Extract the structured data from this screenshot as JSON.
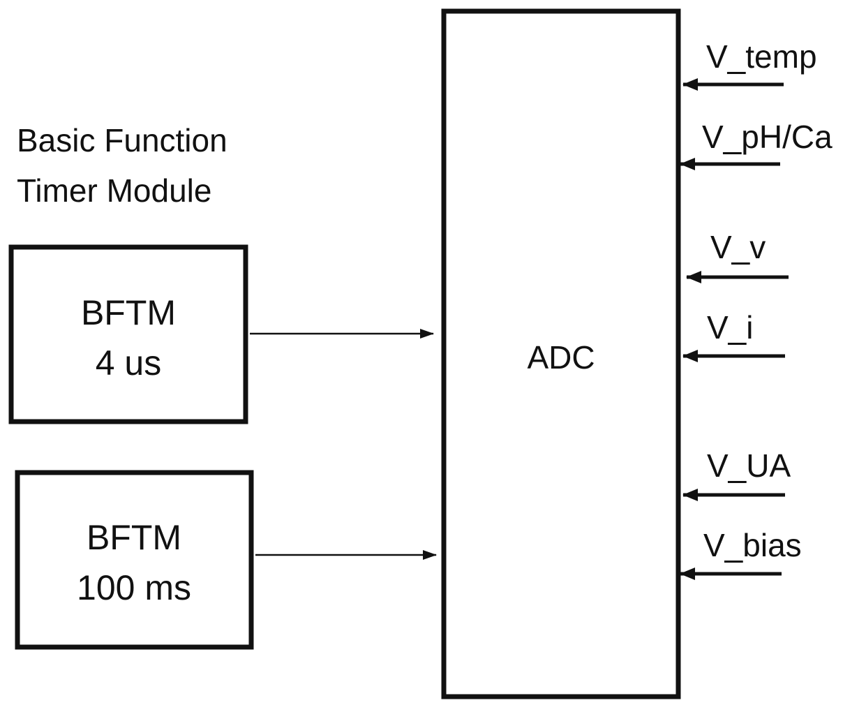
{
  "module_title": {
    "line1": "Basic Function",
    "line2": "Timer Module"
  },
  "timers": [
    {
      "name": "BFTM",
      "period": "4 us"
    },
    {
      "name": "BFTM",
      "period": "100 ms"
    }
  ],
  "adc": {
    "label": "ADC"
  },
  "signals": [
    {
      "label": "V_temp"
    },
    {
      "label": "V_pH/Ca"
    },
    {
      "label": "V_v"
    },
    {
      "label": "V_i"
    },
    {
      "label": "V_UA"
    },
    {
      "label": "V_bias"
    }
  ],
  "colors": {
    "stroke": "#111111",
    "background": "#ffffff"
  }
}
